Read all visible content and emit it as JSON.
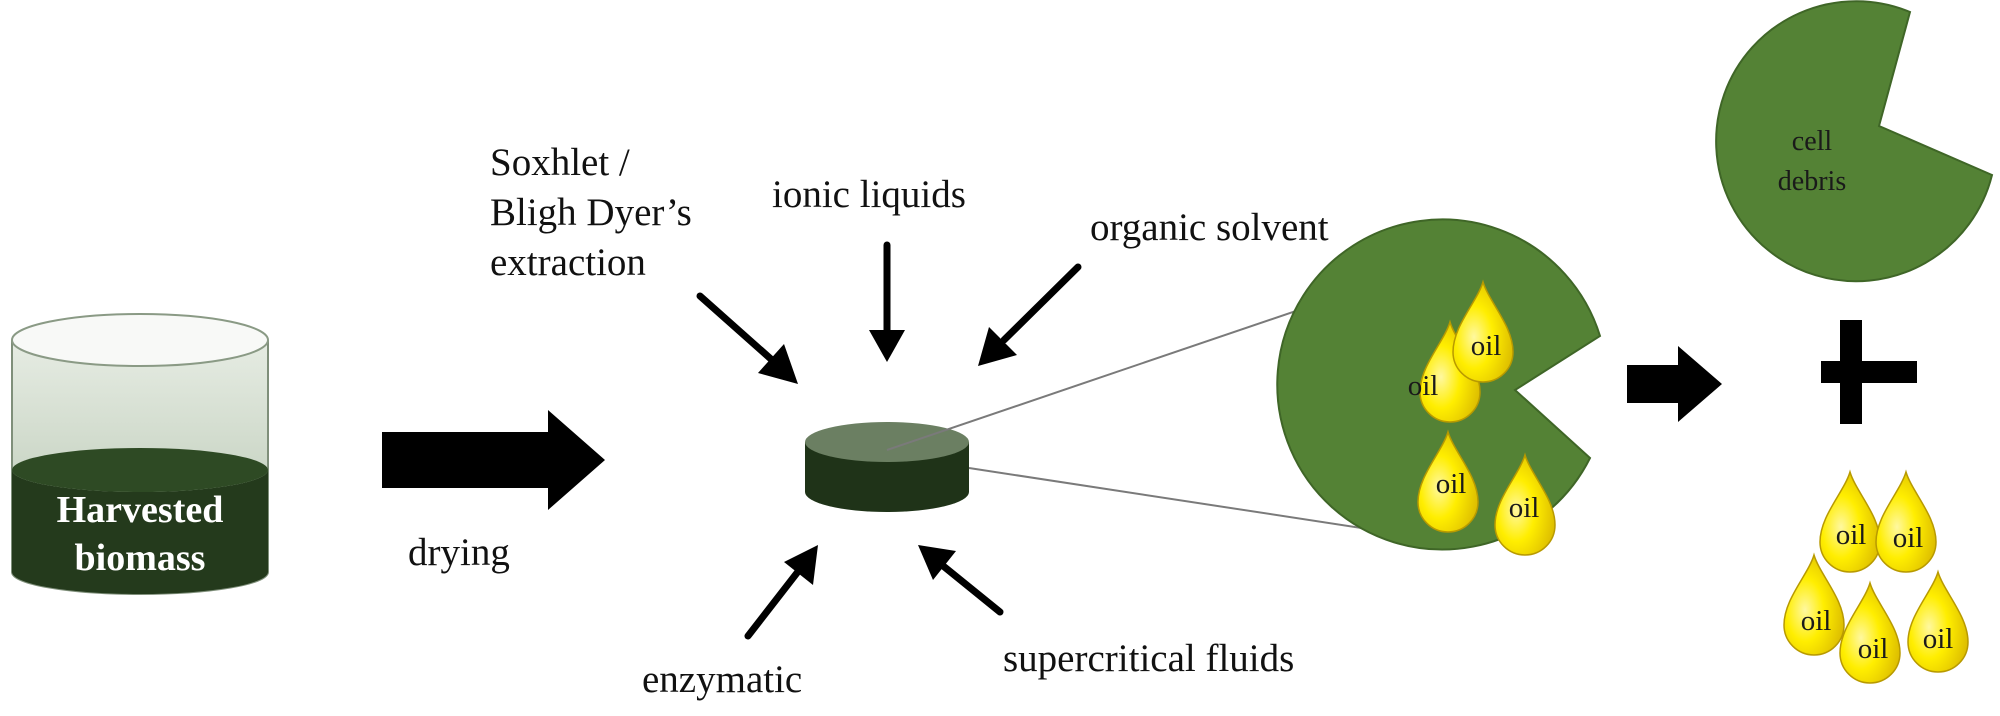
{
  "labels": {
    "biomass_line1": "Harvested",
    "biomass_line2": "biomass",
    "drying": "drying",
    "soxhlet_line1": "Soxhlet /",
    "soxhlet_line2": "Bligh Dyer’s",
    "soxhlet_line3": "extraction",
    "ionic_liquids": "ionic liquids",
    "organic_solvent": "organic solvent",
    "enzymatic": "enzymatic",
    "supercritical_fluids": "supercritical fluids",
    "cell_debris_line1": "cell",
    "cell_debris_line2": "debris",
    "oil": "oil"
  },
  "colors": {
    "cell_green": "#548235",
    "biomass_dark": "#243a1c",
    "oil_yellow": "#ffee00",
    "arrow": "#000000"
  }
}
